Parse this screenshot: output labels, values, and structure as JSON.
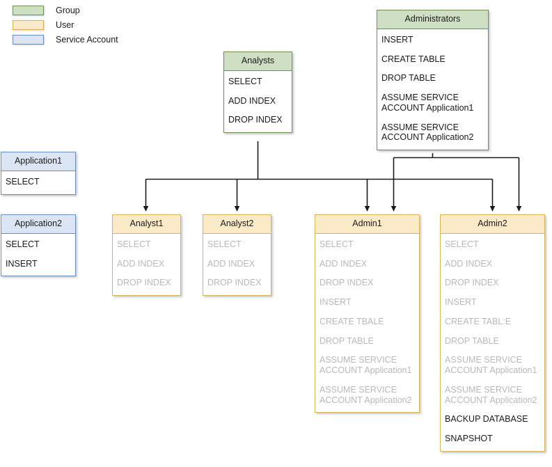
{
  "legend": {
    "items": [
      {
        "label": "Group",
        "color": "#cedfc4",
        "border": "#6a9153"
      },
      {
        "label": "User",
        "color": "#fbeac8",
        "border": "#d6b656"
      },
      {
        "label": "Service Account",
        "color": "#dbe5f4",
        "border": "#6c8ebf"
      }
    ]
  },
  "nodes": {
    "analysts": {
      "title": "Analysts",
      "type": "Group",
      "permissions": [
        {
          "text": "SELECT",
          "inherited": false
        },
        {
          "text": "ADD INDEX",
          "inherited": false
        },
        {
          "text": "DROP INDEX",
          "inherited": false
        }
      ]
    },
    "administrators": {
      "title": "Administrators",
      "type": "Group",
      "permissions": [
        {
          "text": "INSERT",
          "inherited": false
        },
        {
          "text": "CREATE TABLE",
          "inherited": false
        },
        {
          "text": "DROP TABLE",
          "inherited": false
        },
        {
          "text": "ASSUME SERVICE\nACCOUNT Application1",
          "inherited": false
        },
        {
          "text": "ASSUME SERVICE\nACCOUNT Application2",
          "inherited": false
        }
      ]
    },
    "application1": {
      "title": "Application1",
      "type": "Service Account",
      "permissions": [
        {
          "text": "SELECT",
          "inherited": false
        }
      ]
    },
    "application2": {
      "title": "Application2",
      "type": "Service Account",
      "permissions": [
        {
          "text": "SELECT",
          "inherited": false
        },
        {
          "text": "INSERT",
          "inherited": false
        }
      ]
    },
    "analyst1": {
      "title": "Analyst1",
      "type": "User",
      "permissions": [
        {
          "text": "SELECT",
          "inherited": true
        },
        {
          "text": "ADD INDEX",
          "inherited": true
        },
        {
          "text": "DROP INDEX",
          "inherited": true
        }
      ]
    },
    "analyst2": {
      "title": "Analyst2",
      "type": "User",
      "permissions": [
        {
          "text": "SELECT",
          "inherited": true
        },
        {
          "text": "ADD INDEX",
          "inherited": true
        },
        {
          "text": "DROP INDEX",
          "inherited": true
        }
      ]
    },
    "admin1": {
      "title": "Admin1",
      "type": "User",
      "permissions": [
        {
          "text": "SELECT",
          "inherited": true
        },
        {
          "text": "ADD INDEX",
          "inherited": true
        },
        {
          "text": "DROP INDEX",
          "inherited": true
        },
        {
          "text": "INSERT",
          "inherited": true
        },
        {
          "text": "CREATE TBALE",
          "inherited": true
        },
        {
          "text": "DROP TABLE",
          "inherited": true
        },
        {
          "text": "ASSUME SERVICE\nACCOUNT Application1",
          "inherited": true
        },
        {
          "text": "ASSUME SERVICE\nACCOUNT Application2",
          "inherited": true
        }
      ]
    },
    "admin2": {
      "title": "Admin2",
      "type": "User",
      "permissions": [
        {
          "text": "SELECT",
          "inherited": true
        },
        {
          "text": "ADD INDEX",
          "inherited": true
        },
        {
          "text": "DROP INDEX",
          "inherited": true
        },
        {
          "text": "INSERT",
          "inherited": true
        },
        {
          "text": "CREATE TABL:E",
          "inherited": true
        },
        {
          "text": "DROP TABLE",
          "inherited": true
        },
        {
          "text": "ASSUME SERVICE\nACCOUNT Application1",
          "inherited": true
        },
        {
          "text": "ASSUME SERVICE\nACCOUNT Application2",
          "inherited": true
        },
        {
          "text": "BACKUP DATABASE",
          "inherited": false
        },
        {
          "text": "SNAPSHOT",
          "inherited": false
        }
      ]
    }
  },
  "edges": [
    {
      "from": "analysts",
      "to": "analyst1"
    },
    {
      "from": "analysts",
      "to": "analyst2"
    },
    {
      "from": "analysts",
      "to": "admin1"
    },
    {
      "from": "analysts",
      "to": "admin2"
    },
    {
      "from": "administrators",
      "to": "admin1"
    },
    {
      "from": "administrators",
      "to": "admin2"
    }
  ]
}
